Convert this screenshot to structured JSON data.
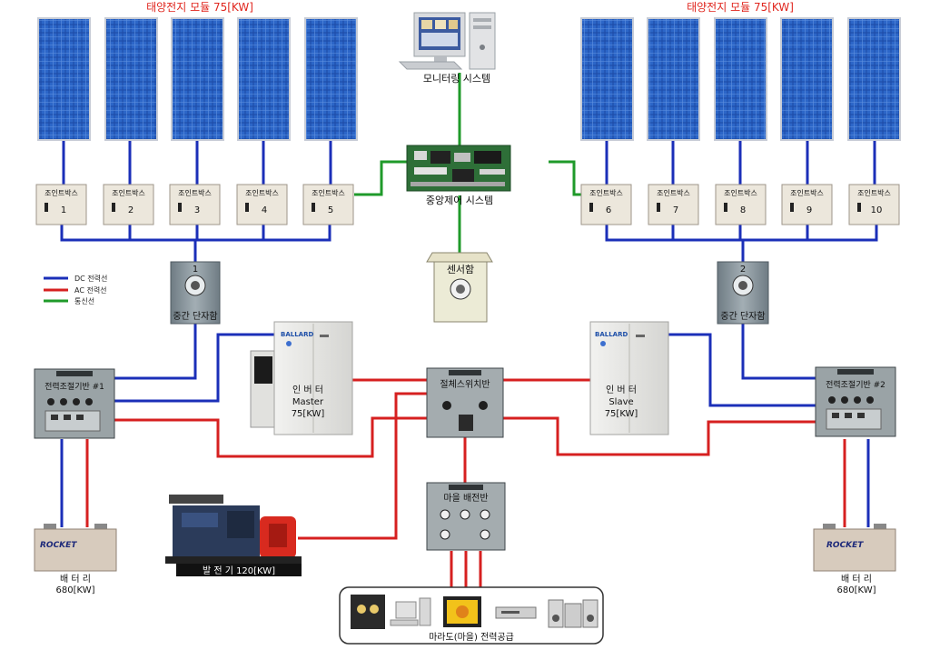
{
  "colors": {
    "dc": "#1b2fb8",
    "ac": "#d62020",
    "comm": "#1f9a2a",
    "title_red": "#e0261e",
    "panel_blue": "#1e4fa8",
    "box_bg": "#ece7dc",
    "cabinet": "#7d8a92"
  },
  "titles": {
    "left_array": "태양전지 모듈 75[KW]",
    "right_array": "태양전지 모듈 75[KW]"
  },
  "monitor": {
    "label": "모니터링 시스템"
  },
  "central": {
    "label": "중앙제어 시스템"
  },
  "sensor": {
    "label": "센서함"
  },
  "legend": [
    {
      "label": "DC 전력선",
      "color": "dc"
    },
    {
      "label": "AC 전력선",
      "color": "ac"
    },
    {
      "label": "통신선",
      "color": "comm"
    }
  ],
  "junction_boxes": [
    {
      "label": "조인트박스",
      "num": "1"
    },
    {
      "label": "조인트박스",
      "num": "2"
    },
    {
      "label": "조인트박스",
      "num": "3"
    },
    {
      "label": "조인트박스",
      "num": "4"
    },
    {
      "label": "조인트박스",
      "num": "5"
    },
    {
      "label": "조인트박스",
      "num": "6"
    },
    {
      "label": "조인트박스",
      "num": "7"
    },
    {
      "label": "조인트박스",
      "num": "8"
    },
    {
      "label": "조인트박스",
      "num": "9"
    },
    {
      "label": "조인트박스",
      "num": "10"
    }
  ],
  "intermediate": [
    {
      "num": "1",
      "label": "중간 단자함"
    },
    {
      "num": "2",
      "label": "중간 단자함"
    }
  ],
  "inverters": [
    {
      "brand": "BALLARD",
      "title": "인 버 터",
      "role": "Master",
      "rating": "75[KW]"
    },
    {
      "brand": "BALLARD",
      "title": "인 버 터",
      "role": "Slave",
      "rating": "75[KW]"
    }
  ],
  "power_panels": [
    {
      "label": "전력조절기반 #1"
    },
    {
      "label": "전력조절기반 #2"
    }
  ],
  "switch_panel": {
    "label": "절체스위치반"
  },
  "village_panel": {
    "label": "마을 배전반"
  },
  "generator": {
    "label": "발 전 기 120[KW]"
  },
  "batteries": [
    {
      "brand": "ROCKET",
      "label": "배 터 리",
      "capacity": "680[KW]"
    },
    {
      "brand": "ROCKET",
      "label": "배 터 리",
      "capacity": "680[KW]"
    }
  ],
  "supply": {
    "label": "마라도(마을) 전력공급"
  }
}
